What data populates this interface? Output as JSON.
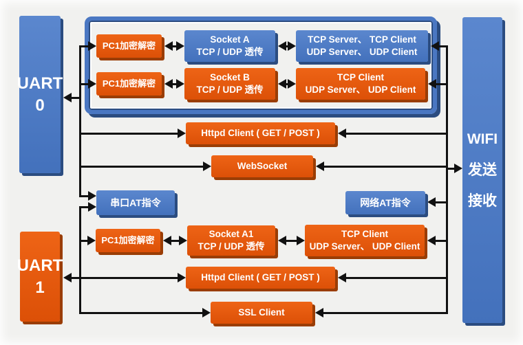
{
  "palette": {
    "blue": "#4a77c2",
    "blue_dark": "#2b4c80",
    "orange": "#e4560e",
    "orange_dark": "#9a3d05",
    "arrow": "#111111",
    "background": "#f1f1ef"
  },
  "nodes": {
    "uart0": "UART\n0",
    "uart1": "UART\n1",
    "wifi": "WIFI\n发送\n接收",
    "pc1_row1": "PC1加密解密",
    "pc1_row2": "PC1加密解密",
    "pc1_row3": "PC1加密解密",
    "socket_a": "Socket A\nTCP / UDP 透传",
    "socket_b": "Socket B\nTCP / UDP 透传",
    "socket_a1": "Socket A1\nTCP / UDP 透传",
    "modes_row1": "TCP Server、 TCP Client\nUDP Server、 UDP Client",
    "modes_row2": "TCP Client\nUDP Server、 UDP Client",
    "modes_row3": "TCP Client\nUDP Server、 UDP Client",
    "httpd_row1": "Httpd Client ( GET / POST )",
    "websocket": "WebSocket",
    "serial_at": "串口AT指令",
    "network_at": "网络AT指令",
    "httpd_row2": "Httpd Client ( GET / POST )",
    "ssl_client": "SSL Client"
  }
}
